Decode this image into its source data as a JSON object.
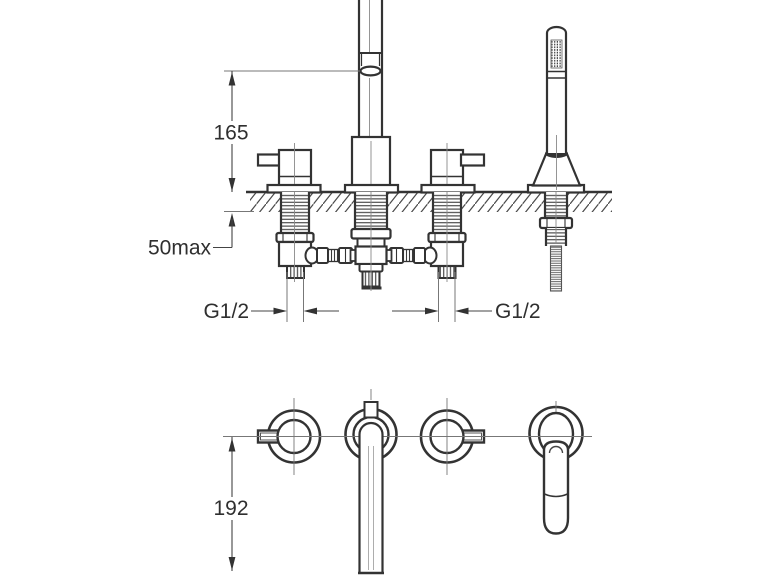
{
  "drawing": {
    "kind": "bath-mixer-installation-diagram",
    "colors": {
      "line": "#333333",
      "background": "#ffffff"
    },
    "front_view": {
      "spout_height_label": "165",
      "deck_thickness_label": "50max",
      "left_inlet_label": "G1/2",
      "right_inlet_label": "G1/2"
    },
    "plan_view": {
      "spout_reach_label": "192"
    }
  }
}
